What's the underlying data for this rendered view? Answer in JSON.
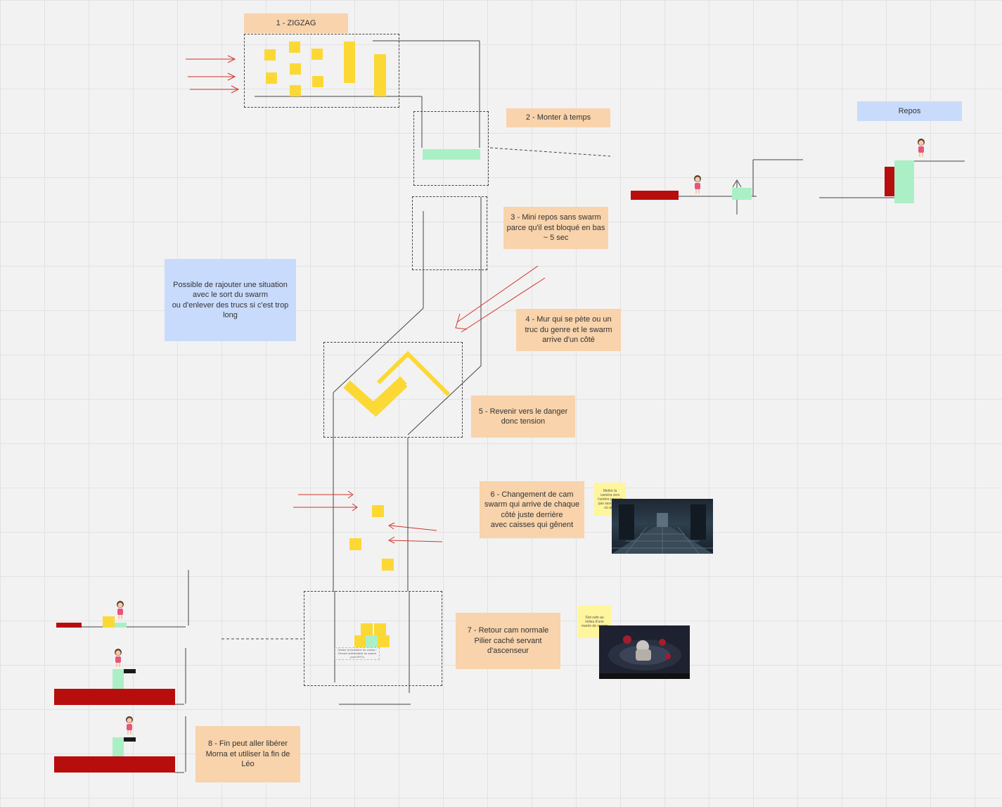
{
  "steps": {
    "s1": "1 - ZIGZAG",
    "s2": "2 - Monter à temps",
    "s3": "3 - Mini repos sans swarm\nparce qu'il est bloqué en bas\n~ 5 sec",
    "s4": "4 - Mur qui se pète ou un\ntruc du genre et le swarm\narrive d'un côté",
    "s5": "5 - Revenir vers le danger\ndonc tension",
    "s6": "6 - Changement de cam\nswarm qui arrive de chaque\ncôté juste derrière\navec caisses qui gênent",
    "s7": "7 - Retour cam normale\nPilier caché servant\nd'ascenseur",
    "s8": "8 - Fin peut aller libérer\nMorna et utiliser la fin de\nLéo"
  },
  "repos_label": "Repos",
  "side_note": "Possible de rajouter une situation\navec le sort du swarm\nou d'enlever des trucs si c'est trop\nlong",
  "sticky": {
    "camera": "Mettre la caméra vers l'arrière pour ne pas savoir vers où aller",
    "safe": "Slot safe au milieu d'une marée de swarm"
  },
  "pillar_note": "Garder la formation du champ / Rendre indétectable au swarm pour NPCs",
  "colors": {
    "orange_note": "#f8d3ab",
    "blue_note": "#c9dbfc",
    "yellow_sticky": "#fff59d",
    "box_yellow": "#fcd835",
    "platform_green": "#abefc6",
    "hazard_red": "#b80d0d",
    "arrow_red": "#d0342c"
  },
  "icons": [
    "character-icon",
    "arrow-icon",
    "screenshot-thumbnail"
  ]
}
